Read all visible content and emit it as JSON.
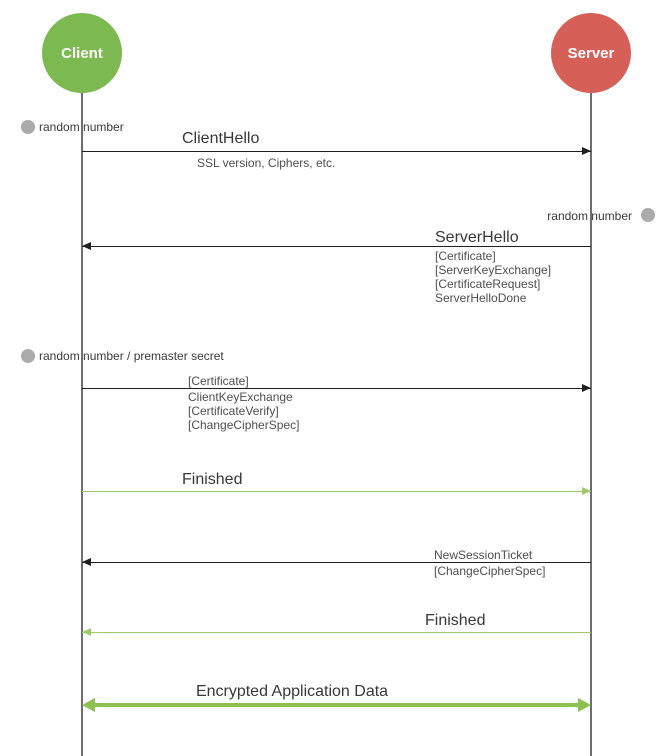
{
  "diagram": {
    "type": "sequence-diagram",
    "topic": "SSL/TLS handshake",
    "actors": [
      {
        "id": "client",
        "label": "Client"
      },
      {
        "id": "server",
        "label": "Server"
      }
    ],
    "notes": [
      {
        "side": "left",
        "label": "random number"
      },
      {
        "side": "right",
        "label": "random number"
      },
      {
        "side": "left",
        "label": "random number / premaster secret"
      }
    ],
    "messages": [
      {
        "label": "ClientHello",
        "from": "Client",
        "to": "Server",
        "direction": "right",
        "style": "plain",
        "sublabels": [
          "SSL version, Ciphers, etc."
        ]
      },
      {
        "label": "ServerHello",
        "from": "Server",
        "to": "Client",
        "direction": "left",
        "style": "plain",
        "sublabels": [
          "[Certificate]",
          "[ServerKeyExchange]",
          "[CertificateRequest]",
          "ServerHelloDone"
        ]
      },
      {
        "label": "[Certificate]",
        "from": "Client",
        "to": "Server",
        "direction": "right",
        "style": "plain",
        "sublabels": [
          "ClientKeyExchange",
          "[CertificateVerify]",
          "[ChangeCipherSpec]"
        ]
      },
      {
        "label": "Finished",
        "from": "Client",
        "to": "Server",
        "direction": "right",
        "style": "finished-green",
        "sublabels": []
      },
      {
        "label": "NewSessionTicket",
        "from": "Server",
        "to": "Client",
        "direction": "left",
        "style": "plain",
        "sublabels": [
          "[ChangeCipherSpec]"
        ]
      },
      {
        "label": "Finished",
        "from": "Server",
        "to": "Client",
        "direction": "left",
        "style": "finished-green",
        "sublabels": []
      },
      {
        "label": "Encrypted Application Data",
        "from": "Client",
        "to": "Server",
        "direction": "both",
        "style": "encrypted-green-thick",
        "sublabels": []
      }
    ]
  },
  "colors": {
    "client-green": "#7cb950",
    "server-red": "#d65f57",
    "note-gray": "#aaaaaa",
    "note-text": "#3a3a3a",
    "lifeline-gray": "#6e6e6e",
    "arrow-black": "#1f1f1f",
    "arrow-green": "#9dca6a",
    "arrow-green-thick": "#8cc152",
    "label-dark": "#383838",
    "label-gray": "#4f4f4f"
  }
}
